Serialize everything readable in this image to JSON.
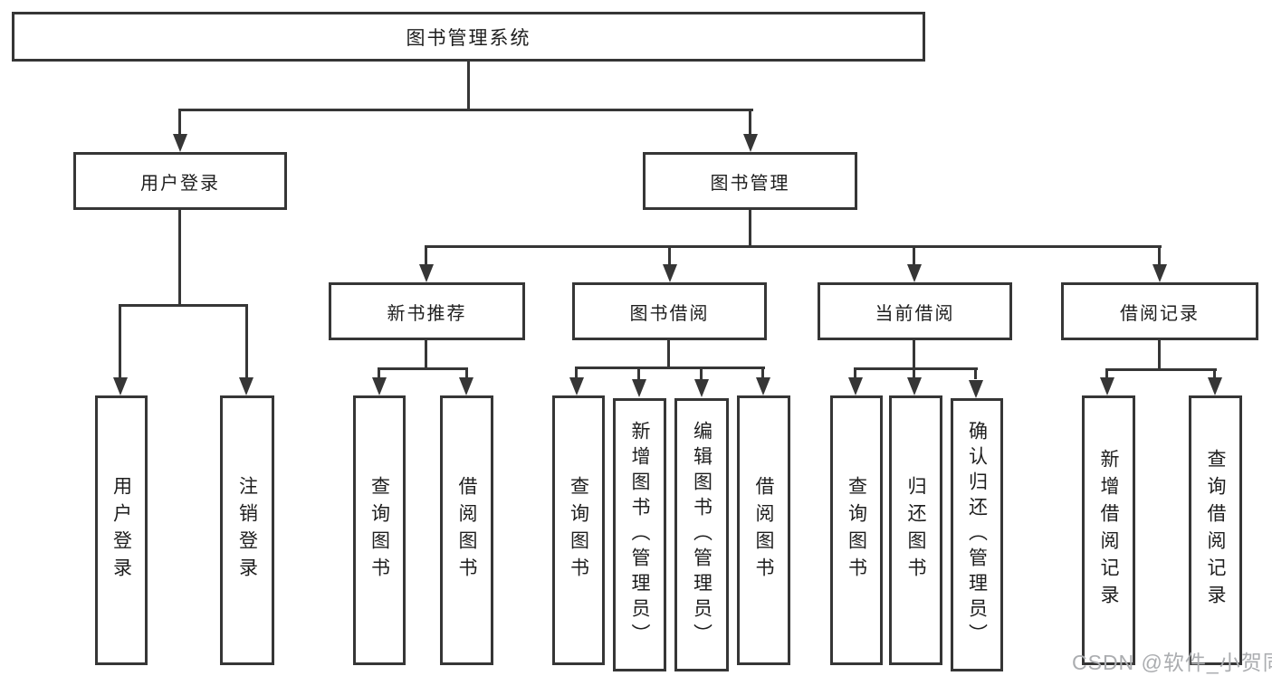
{
  "tree": {
    "root": {
      "label": "图书管理系统"
    },
    "user_login": {
      "label": "用户登录",
      "children": [
        "用户登录",
        "注销登录"
      ]
    },
    "book_mgmt": {
      "label": "图书管理",
      "groups": {
        "new_books": {
          "label": "新书推荐",
          "children": [
            "查询图书",
            "借阅图书"
          ]
        },
        "borrowing": {
          "label": "图书借阅",
          "children": [
            "查询图书",
            "新增图书（管理员）",
            "编辑图书（管理员）",
            "借阅图书"
          ]
        },
        "current": {
          "label": "当前借阅",
          "children": [
            "查询图书",
            "归还图书",
            "确认归还（管理员）"
          ]
        },
        "records": {
          "label": "借阅记录",
          "children": [
            "新增借阅记录",
            "查询借阅记录"
          ]
        }
      }
    }
  },
  "watermark": {
    "text": "CSDN @软件_小贺同学"
  },
  "colors": {
    "line": "#363636",
    "text": "#1e1e1e",
    "background": "#ffffff",
    "watermark": "#ABADB0"
  }
}
